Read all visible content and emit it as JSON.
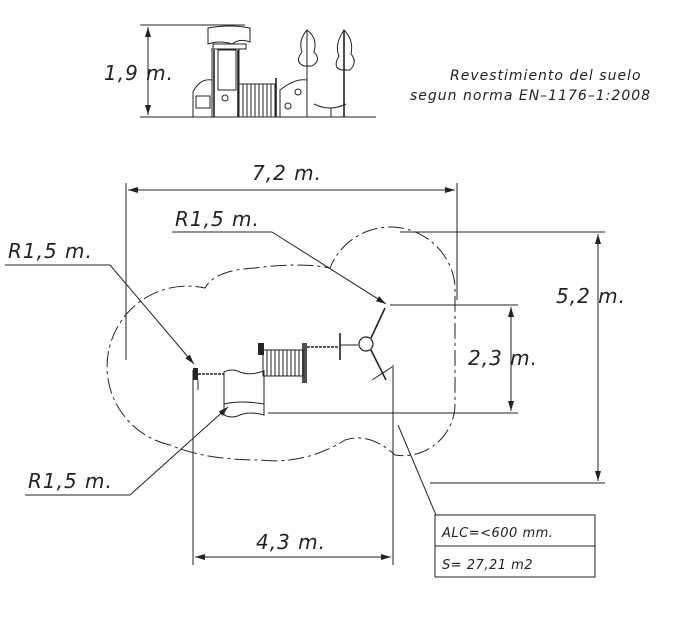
{
  "elevation": {
    "height_label": "1,9 m.",
    "note_line1": "Revestimiento del suelo",
    "note_line2": "segun norma EN–1176–1:2008"
  },
  "plan": {
    "width_label": "7,2 m.",
    "depth_label": "5,2 m.",
    "inner_depth_label": "2,3 m.",
    "inner_width_label": "4,3 m.",
    "radius_top": "R1,5 m.",
    "radius_left": "R1,5 m.",
    "radius_bottom": "R1,5 m."
  },
  "table": {
    "alc": "ALC=<600 mm.",
    "surface": "S= 27,21 m2"
  }
}
